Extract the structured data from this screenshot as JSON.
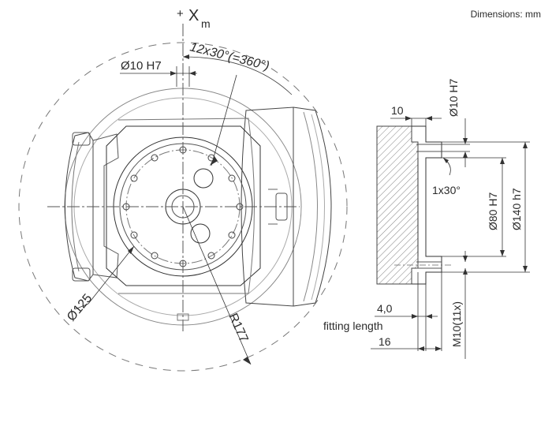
{
  "header": {
    "units_note": "Dimensions: mm"
  },
  "axis": {
    "plus": "+",
    "x": "X",
    "x_sub": "m"
  },
  "front_view": {
    "bolt_pattern": "12x30°(=360°)",
    "pin_hole": "Ø10 H7",
    "pitch_circle": "Ø125",
    "radius": "R177"
  },
  "section_view": {
    "pin_depth": "10",
    "pin_hole": "Ø10 H7",
    "chamfer": "1x30°",
    "spigot": "Ø80 H7",
    "flange": "Ø140 h7",
    "thread": "M10(11x)",
    "fit_depth": "4,0",
    "fitting_length_label": "fitting length",
    "thread_depth": "16"
  },
  "colors": {
    "line": "#333333",
    "text": "#2a2a2a",
    "hatch": "#555555"
  }
}
